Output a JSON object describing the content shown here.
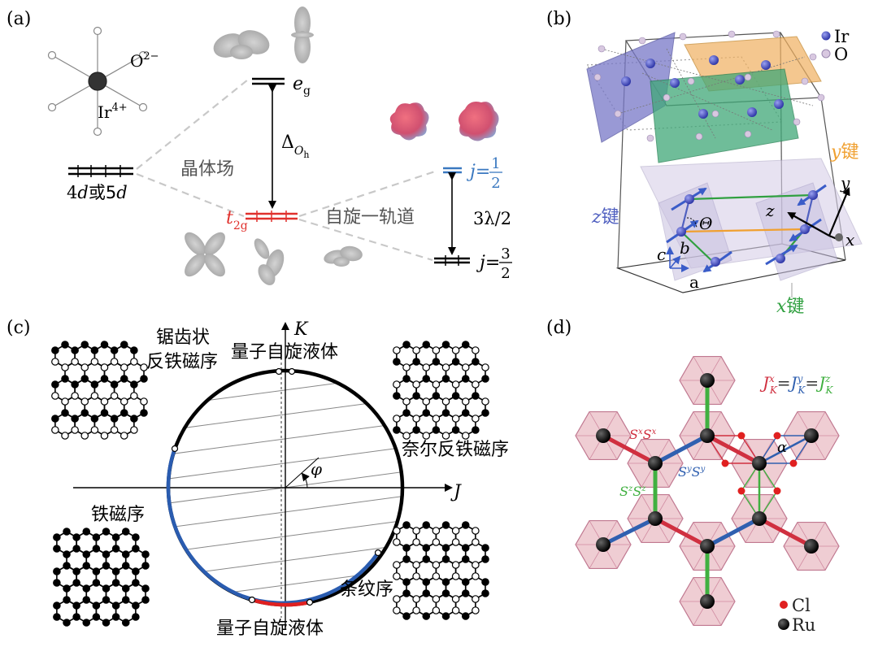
{
  "panel_a": {
    "label": "(a)",
    "oxygen": "O",
    "oxygen_charge": "2−",
    "iridium": "Ir",
    "iridium_charge": "4+",
    "orbital_4d": "4",
    "orbital_d1": "d",
    "orbital_or": "或5",
    "orbital_d2": "d",
    "eg_e": "e",
    "eg_sub": "g",
    "delta": "Δ",
    "delta_sub_O": "O",
    "delta_sub_h": "h",
    "crystal_field": "晶体场",
    "t2g_t": "t",
    "t2g_sub": "2g",
    "soc": "自旋一轨道",
    "lambda": "3λ/2",
    "j_eq": "j=",
    "j_half_num": "1",
    "j_half_den": "2",
    "j_32_num": "3",
    "j_32_den": "2",
    "colors": {
      "t2g": "#e0302c",
      "j_half": "#3a78c0",
      "dashed": "#c8c8c8"
    }
  },
  "panel_b": {
    "label": "(b)",
    "legend_ir": "Ir",
    "legend_o": "O",
    "y_bond": "y键",
    "y_bond_y": "y",
    "y_bond_cn": "键",
    "z_bond_z": "z",
    "z_bond_cn": "键",
    "x_bond_x": "x",
    "x_bond_cn": "键",
    "axis_y": "y",
    "axis_z": "z",
    "axis_x": "x",
    "theta": "Θ",
    "axis_b": "b",
    "axis_c": "c",
    "axis_a": "a",
    "colors": {
      "ir": "#4a52c8",
      "o": "#c8b8d8",
      "z_plane": "#7878c8",
      "y_plane": "#f0b060",
      "x_plane": "#40a878",
      "y_text": "#f0a030",
      "z_text": "#5060c0",
      "x_text": "#30a040"
    }
  },
  "panel_c": {
    "label": "(c)",
    "axis_K": "K",
    "axis_J": "J",
    "phi": "φ",
    "zigzag_line1": "锯齿状",
    "zigzag_line2": "反铁磁序",
    "qsl_top": "量子自旋液体",
    "neel": "奈尔反铁磁序",
    "ferro": "铁磁序",
    "stripy": "条纹序",
    "qsl_bottom": "量子自旋液体",
    "colors": {
      "ferro_arc": "#2a5cb0",
      "qsl_arc": "#e02020",
      "other_arc": "#000000"
    }
  },
  "panel_d": {
    "label": "(d)",
    "eq_J": "J",
    "eq_sup_x": "x",
    "eq_sub_K": "K",
    "eq_sup_y": "y",
    "eq_sup_z": "z",
    "eq_equals": "=",
    "sxsx": "S",
    "sysy": "S",
    "szsz": "S",
    "alpha": "α",
    "legend_cl": "Cl",
    "legend_ru": "Ru",
    "colors": {
      "octa": "#e8b8c0",
      "octa_edge": "#c07890",
      "cl": "#e02020",
      "ru": "#111111",
      "x_bond": "#d03040",
      "y_bond": "#3060b0",
      "z_bond": "#40b040"
    }
  }
}
